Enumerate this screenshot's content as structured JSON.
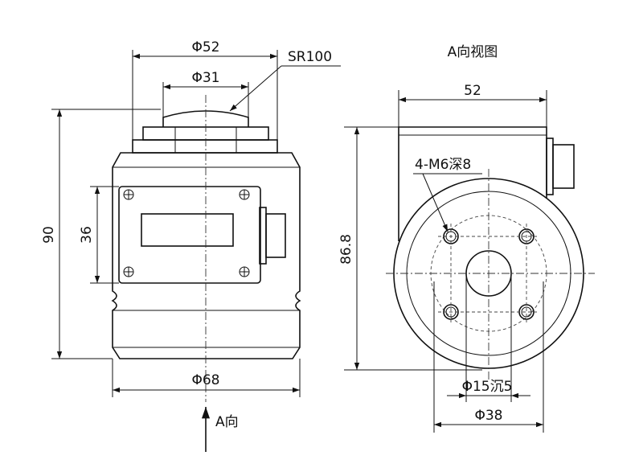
{
  "front_view": {
    "dim_top_outer": "Φ52",
    "dim_top_inner": "Φ31",
    "dim_radius": "SR100",
    "dim_height_total": "90",
    "dim_plate_height": "36",
    "dim_body_diameter": "Φ68",
    "arrow_label": "A向"
  },
  "side_view": {
    "title": "A向视图",
    "dim_width": "52",
    "dim_height": "86.8",
    "dim_holes": "4-M6深8",
    "dim_center_bore": "Φ15沉5",
    "dim_bolt_circle": "Φ38"
  },
  "colors": {
    "line": "#111111",
    "background": "#ffffff"
  }
}
